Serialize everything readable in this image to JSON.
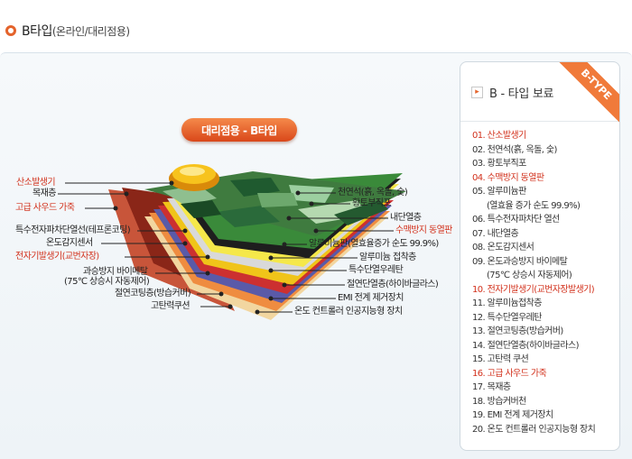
{
  "header": {
    "title": "B타입",
    "subtitle": "(온라인/대리점용)"
  },
  "badge": {
    "label": "대리점용 - B타입"
  },
  "labels_left": [
    {
      "text": "산소발생기",
      "red": true
    },
    {
      "text": "목재층",
      "red": false
    },
    {
      "text": "고급 사우드 가죽",
      "red": true
    },
    {
      "text": "특수전자파차단열선(테프론코팅)",
      "red": false
    },
    {
      "text": "온도감지센서",
      "red": false
    },
    {
      "text": "전자기발생기(교번자장)",
      "red": true
    },
    {
      "text": "과승방지 바이메탈",
      "red": false
    },
    {
      "text": "(75℃ 상승시 자동제어)",
      "red": false
    },
    {
      "text": "절연코팅층(방습커버)",
      "red": false
    },
    {
      "text": "고탄력쿠션",
      "red": false
    }
  ],
  "labels_right": [
    {
      "text": "천연석(흙, 옥돌, 숯)",
      "red": false
    },
    {
      "text": "황토부직포",
      "red": false
    },
    {
      "text": "내단열층",
      "red": false
    },
    {
      "text": "수맥방지 동열판",
      "red": true
    },
    {
      "text": "알루미늄판(열효율증가 순도 99.9%)",
      "red": false
    },
    {
      "text": "알루미늄 접착층",
      "red": false
    },
    {
      "text": "특수단열우레탄",
      "red": false
    },
    {
      "text": "절연단열층(하이바글라스)",
      "red": false
    },
    {
      "text": "EMI 전계 제거장치",
      "red": false
    },
    {
      "text": "온도 컨트롤러 인공지능형 장치",
      "red": false
    }
  ],
  "card": {
    "title": "B - 타입 보료",
    "ribbon": "B-TYPE",
    "items": [
      {
        "text": "01. 산소발생기",
        "red": true
      },
      {
        "text": "02. 천연석(흙, 옥돌, 숯)",
        "red": false
      },
      {
        "text": "03. 황토부직포",
        "red": false
      },
      {
        "text": "04. 수맥방지 동열판",
        "red": true
      },
      {
        "text": "05. 알루미늄판",
        "red": false
      },
      {
        "text": "(열효율 증가 순도 99.9%)",
        "red": false,
        "indent": true
      },
      {
        "text": "06. 특수전자파차단 열선",
        "red": false
      },
      {
        "text": "07. 내단열층",
        "red": false
      },
      {
        "text": "08. 온도감지센서",
        "red": false
      },
      {
        "text": "09. 온도과승방지 바이메탈",
        "red": false
      },
      {
        "text": "(75℃ 상승시 자동제어)",
        "red": false,
        "indent": true
      },
      {
        "text": "10. 전자기발생기(교번자장발생기)",
        "red": true
      },
      {
        "text": "11. 알루미늄접착층",
        "red": false
      },
      {
        "text": "12. 특수단열우레탄",
        "red": false
      },
      {
        "text": "13. 절연코팅층(방습커버)",
        "red": false
      },
      {
        "text": "14. 절연단열층(하이바글라스)",
        "red": false
      },
      {
        "text": "15. 고탄력 쿠션",
        "red": false
      },
      {
        "text": "16. 고급 사우드 가죽",
        "red": true
      },
      {
        "text": "17. 목재층",
        "red": false
      },
      {
        "text": "18. 방습커버천",
        "red": false
      },
      {
        "text": "19. EMI 전계 제거장치",
        "red": false
      },
      {
        "text": "20. 온도 컨트롤러 인공지능형 장치",
        "red": false
      }
    ]
  },
  "colors": {
    "accent": "#e4632b",
    "highlight": "#d2311c"
  }
}
